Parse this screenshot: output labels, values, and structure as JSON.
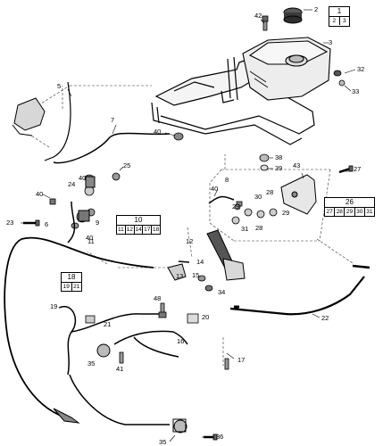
{
  "callouts": {
    "c1": "42",
    "c2": "2",
    "c3": "3",
    "c4": "32",
    "c5": "33",
    "c6": "5",
    "c7": "7",
    "c8": "40",
    "c9": "25",
    "c10": "38",
    "c11": "39",
    "c12": "43",
    "c13": "27",
    "c14": "40",
    "c15": "8",
    "c16": "24",
    "c17": "40",
    "c18": "40",
    "c19": "6",
    "c20": "23",
    "c21": "9",
    "c22": "40",
    "c23": "11",
    "c24": "29",
    "c25": "30",
    "c26": "28",
    "c27": "29",
    "c28": "31",
    "c29": "28",
    "c30": "12",
    "c31": "14",
    "c32": "13",
    "c33": "15",
    "c34": "34",
    "c35": "48",
    "c36": "19",
    "c37": "21",
    "c38": "20",
    "c39": "16",
    "c40": "22",
    "c41": "35",
    "c42": "41",
    "c43": "17",
    "c44": "35",
    "c45": "36"
  },
  "kits": {
    "k1": {
      "top": "1",
      "cells": [
        "2",
        "3"
      ]
    },
    "k26": {
      "top": "26",
      "cells": [
        "27",
        "28",
        "29",
        "30",
        "31"
      ]
    },
    "k10": {
      "top": "10",
      "cells": [
        "11",
        "12",
        "14",
        "17",
        "18"
      ]
    },
    "k18": {
      "top": "18",
      "cells": [
        "19",
        "21"
      ]
    }
  }
}
